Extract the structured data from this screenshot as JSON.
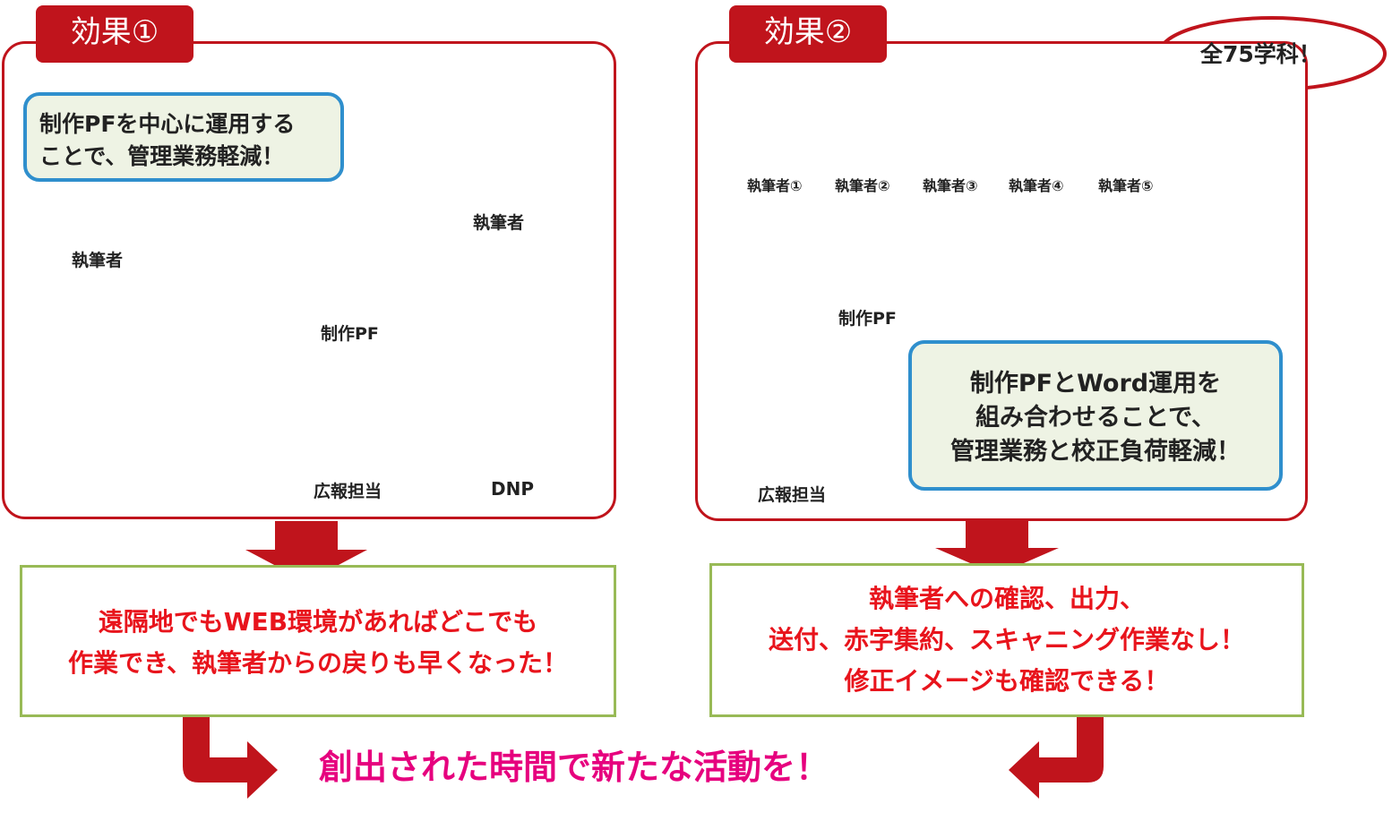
{
  "effect1": {
    "tab": "効果①",
    "bubble": [
      "制作PFを中心に運用する",
      "ことで、管理業務軽減！"
    ],
    "labels": {
      "writer_top": "執筆者",
      "writer_left": "執筆者",
      "platform": "制作PF",
      "pr": "広報担当",
      "dnp": "DNP",
      "dnp_sign": "DNP"
    },
    "result": [
      "遠隔地でもWEB環境があればどこでも",
      "作業でき、執筆者からの戻りも早くなった！"
    ]
  },
  "effect2": {
    "tab": "効果②",
    "callout": "全75学科！",
    "writers": [
      "執筆者①",
      "執筆者②",
      "執筆者③",
      "執筆者④",
      "執筆者⑤"
    ],
    "word_label": "Word",
    "word_letter": "W",
    "platform": "制作PF",
    "pr": "広報担当",
    "bubble": [
      "制作PFとWord運用を",
      "組み合わせることで、",
      "管理業務と校正負荷軽減！"
    ],
    "result": [
      "執筆者への確認、出力、",
      "送付、赤字集約、スキャニング作業なし！",
      "修正イメージも確認できる！"
    ]
  },
  "conclusion": "創出された時間で新たな活動を！",
  "colors": {
    "accent_red": "#c0141c",
    "text_red": "#e8141c",
    "conclusion_pink": "#e6007e",
    "icon_blue": "#2f8fcd",
    "icon_fill": "#cfe8f8",
    "bubble_bg": "#eef3e4",
    "result_border": "#98ba56",
    "map_blue": "#9fd6f4",
    "connector": "#f26a6a"
  }
}
